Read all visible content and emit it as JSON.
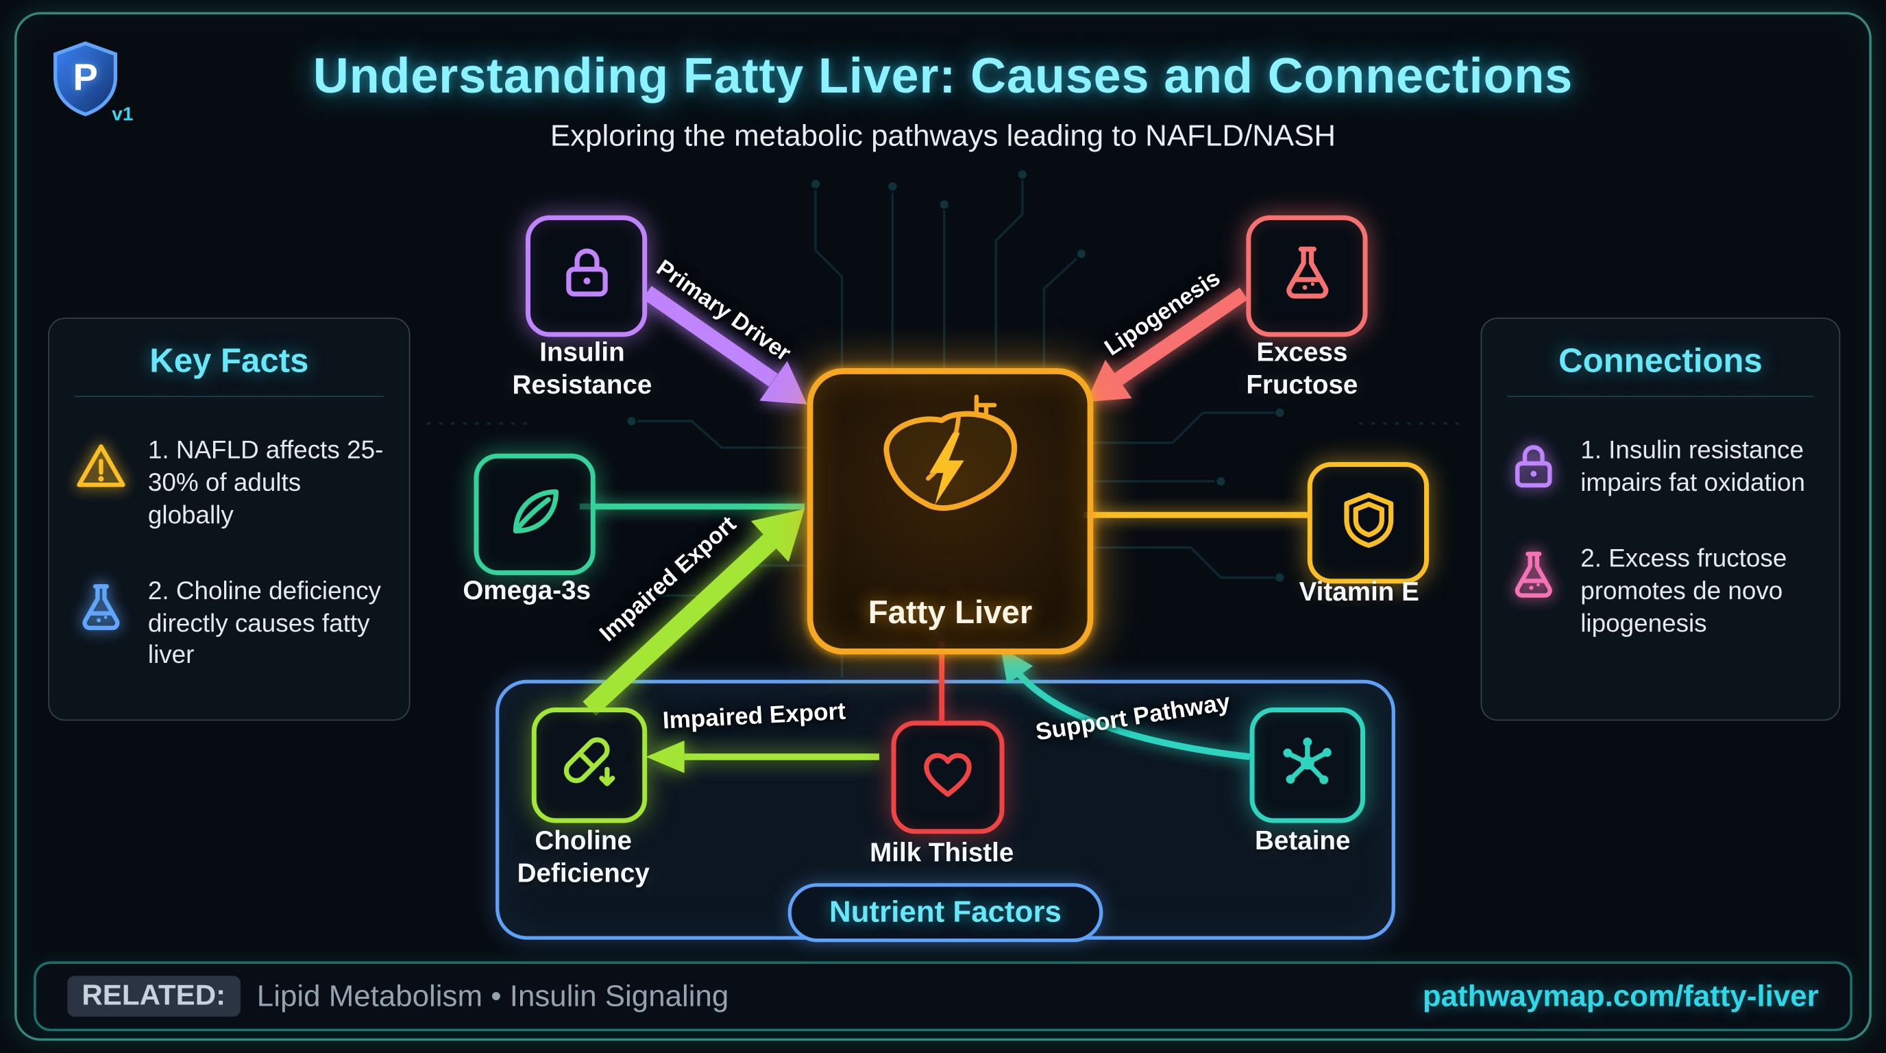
{
  "meta": {
    "title": "Understanding Fatty Liver: Causes and Connections",
    "subtitle": "Exploring the metabolic pathways leading to NAFLD/NASH",
    "logo_letter": "P",
    "version": "v1"
  },
  "key_facts": {
    "heading": "Key Facts",
    "items": [
      {
        "icon": "warning-icon",
        "text": "1. NAFLD affects 25-30% of adults globally"
      },
      {
        "icon": "flask-icon",
        "text": "2. Choline deficiency directly causes fatty liver"
      }
    ]
  },
  "connections": {
    "heading": "Connections",
    "items": [
      {
        "icon": "lock-icon",
        "text": "1. Insulin resistance impairs fat oxidation"
      },
      {
        "icon": "flask-icon",
        "text": "2. Excess fructose promotes de novo lipogenesis"
      }
    ]
  },
  "diagram": {
    "center": {
      "id": "fatty-liver",
      "label": "Fatty Liver",
      "icon": "liver-icon",
      "color": "#f6a821"
    },
    "nodes": [
      {
        "id": "insulin-resistance",
        "label": "Insulin Resistance",
        "icon": "lock-icon",
        "color": "#c084fc"
      },
      {
        "id": "excess-fructose",
        "label": "Excess Fructose",
        "icon": "flask-icon",
        "color": "#f87171"
      },
      {
        "id": "omega-3s",
        "label": "Omega-3s",
        "icon": "leaf-icon",
        "color": "#34d399"
      },
      {
        "id": "vitamin-e",
        "label": "Vitamin E",
        "icon": "shield-icon",
        "color": "#fbbf24"
      },
      {
        "id": "choline-deficiency",
        "label": "Choline Deficiency",
        "icon": "capsule-icon",
        "color": "#a3e635"
      },
      {
        "id": "milk-thistle",
        "label": "Milk Thistle",
        "icon": "heart-icon",
        "color": "#ef4444"
      },
      {
        "id": "betaine",
        "label": "Betaine",
        "icon": "molecule-icon",
        "color": "#2dd4bf"
      }
    ],
    "group": {
      "label": "Nutrient Factors",
      "color": "#5ea2f7"
    },
    "edges": [
      {
        "from": "insulin-resistance",
        "to": "fatty-liver",
        "label": "Primary Driver",
        "color": "#c084fc"
      },
      {
        "from": "excess-fructose",
        "to": "fatty-liver",
        "label": "Lipogenesis",
        "color": "#f87171"
      },
      {
        "from": "omega-3s",
        "to": "fatty-liver",
        "label": "",
        "color": "#34d399"
      },
      {
        "from": "fatty-liver",
        "to": "vitamin-e",
        "label": "",
        "color": "#fbbf24"
      },
      {
        "from": "choline-deficiency",
        "to": "fatty-liver",
        "label": "Impaired Export",
        "color": "#a3e635"
      },
      {
        "from": "fatty-liver",
        "to": "choline-deficiency",
        "label": "Impaired Export",
        "color": "#a3e635"
      },
      {
        "from": "fatty-liver",
        "to": "milk-thistle",
        "label": "",
        "color": "#ef4444"
      },
      {
        "from": "betaine",
        "to": "fatty-liver",
        "label": "Support Pathway",
        "color": "#2dd4bf"
      }
    ]
  },
  "footer": {
    "related_label": "RELATED:",
    "related_items": "Lipid Metabolism • Insulin Signaling",
    "url": "pathwaymap.com/fatty-liver"
  },
  "colors": {
    "background": "#070c12",
    "frame": "#5eead4",
    "title": "#8df2ff",
    "link": "#2dd9e8"
  }
}
